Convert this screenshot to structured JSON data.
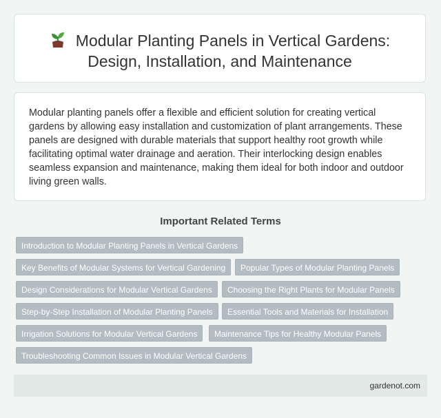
{
  "header": {
    "icon": "sprout-icon",
    "title_line1": "Modular Planting Panels in Vertical Gardens:",
    "title_line2": "Design, Installation, and Maintenance"
  },
  "intro": {
    "text": "Modular planting panels offer a flexible and efficient solution for creating vertical gardens by allowing easy installation and customization of plant arrangements. These panels are designed with durable materials that support healthy root growth while facilitating optimal water drainage and aeration. Their interlocking design enables seamless expansion and maintenance, making them ideal for both indoor and outdoor living green walls."
  },
  "related": {
    "heading": "Important Related Terms",
    "tags": [
      "Introduction to Modular Planting Panels in Vertical Gardens",
      "Key Benefits of Modular Systems for Vertical Gardening",
      "Popular Types of Modular Planting Panels",
      "Design Considerations for Modular Vertical Gardens",
      "Choosing the Right Plants for Modular Panels",
      "Step-by-Step Installation of Modular Planting Panels",
      "Essential Tools and Materials for Installation",
      "Irrigation Solutions for Modular Vertical Gardens",
      "Maintenance Tips for Healthy Modular Panels",
      "Troubleshooting Common Issues in Modular Vertical Gardens"
    ]
  },
  "footer": {
    "site": "gardenot.com"
  },
  "colors": {
    "tag_bg": "#b3bcc3",
    "page_bg": "#f1f5f3",
    "footer_bg": "#e3e9e6"
  }
}
